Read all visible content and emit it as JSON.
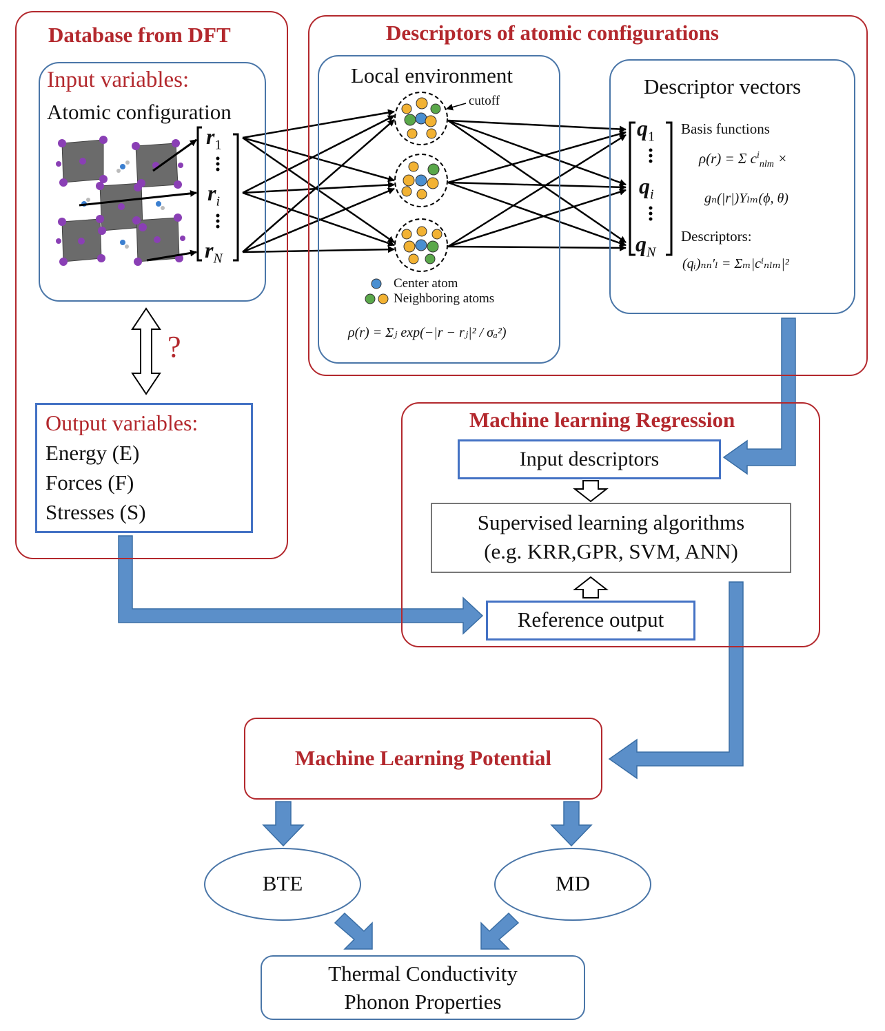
{
  "database": {
    "title": "Database from DFT",
    "input_heading": "Input variables:",
    "input_sub": "Atomic configuration",
    "vector_labels": [
      "r",
      "r",
      "r"
    ],
    "vector_subs": [
      "1",
      "i",
      "N"
    ],
    "question_mark": "?",
    "output_heading": "Output variables:",
    "outputs": [
      "Energy (E)",
      "Forces (F)",
      "Stresses (S)"
    ]
  },
  "descriptors": {
    "title": "Descriptors of atomic configurations",
    "local_env_title": "Local environment",
    "cutoff_label": "cutoff",
    "legend_center": "Center atom",
    "legend_neighbor": "Neighboring atoms",
    "density_formula": "ρ(r) = Σⱼ exp(−|r − rⱼ|² / σₐ²)",
    "vectors_title": "Descriptor vectors",
    "q_labels": [
      "q",
      "q",
      "q"
    ],
    "q_subs": [
      "1",
      "i",
      "N"
    ],
    "basis_label": "Basis functions",
    "basis_formula_1": "ρ(r) = Σ c",
    "basis_formula_2": "gₙ(|r|)Yₗₘ(ϕ, θ)",
    "descriptors_label": "Descriptors:",
    "descriptor_formula": "(qᵢ)ₙₙ′ₗ = Σₘ|cⁱₙₗₘ|²"
  },
  "regression": {
    "title": "Machine learning Regression",
    "input_descriptors": "Input descriptors",
    "algorithms_line1": "Supervised learning algorithms",
    "algorithms_line2": "(e.g. KRR,GPR, SVM, ANN)",
    "reference_output": "Reference output"
  },
  "potential": {
    "title": "Machine Learning Potential"
  },
  "methods": {
    "bte": "BTE",
    "md": "MD"
  },
  "properties": {
    "line1": "Thermal Conductivity",
    "line2": "Phonon Properties"
  },
  "colors": {
    "red": "#b3282d",
    "blue_border": "#4472c4",
    "arrow_blue": "#5b8fc9",
    "arrow_edge": "#3a6ea5",
    "center_atom": "#4a8fd1",
    "neighbor_green": "#5aa84a",
    "neighbor_orange": "#f2b233"
  }
}
